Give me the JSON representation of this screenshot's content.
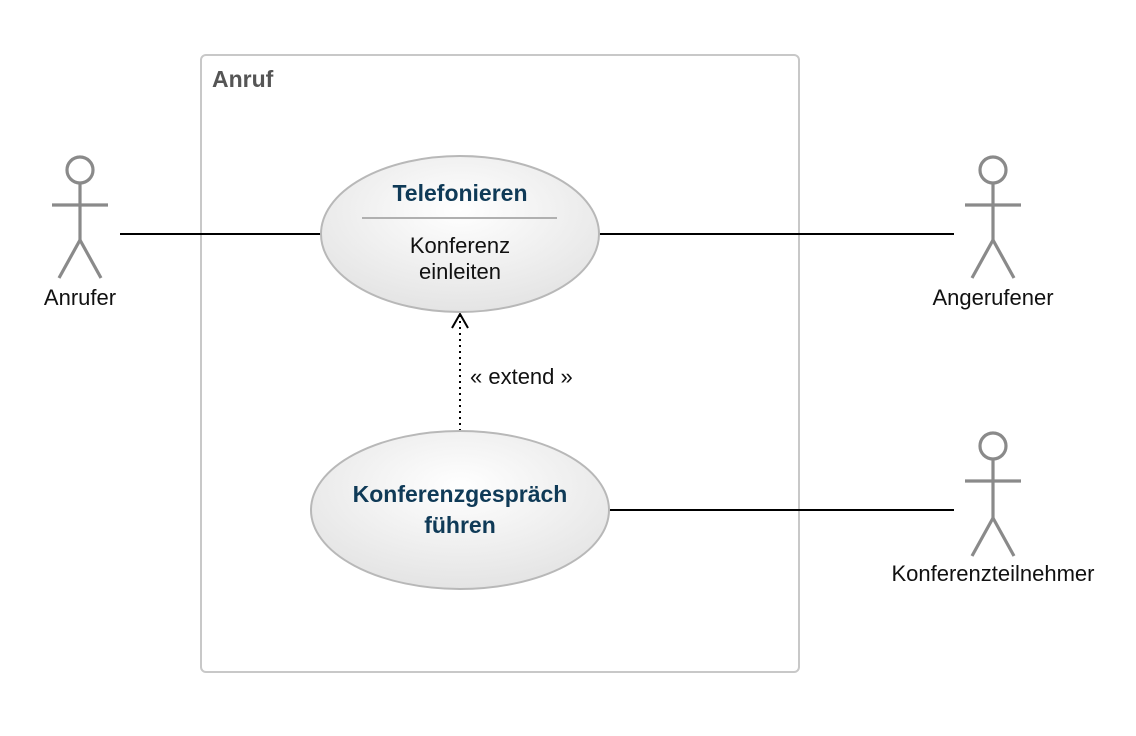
{
  "system": {
    "title": "Anruf"
  },
  "use_cases": {
    "telefonieren": {
      "title": "Telefonieren",
      "sub_line1": "Konferenz",
      "sub_line2": "einleiten"
    },
    "konferenz": {
      "title_line1": "Konferenzgespräch",
      "title_line2": "führen"
    }
  },
  "actors": {
    "anrufer": "Anrufer",
    "angerufener": "Angerufener",
    "konferenzteilnehmer": "Konferenzteilnehmer"
  },
  "relations": {
    "extend_label": "« extend »"
  },
  "colors": {
    "use_case_title": "#0f3a57",
    "system_title": "#555555",
    "actor_stroke": "#8a8a8a",
    "boundary_stroke": "#c8c8c8"
  }
}
